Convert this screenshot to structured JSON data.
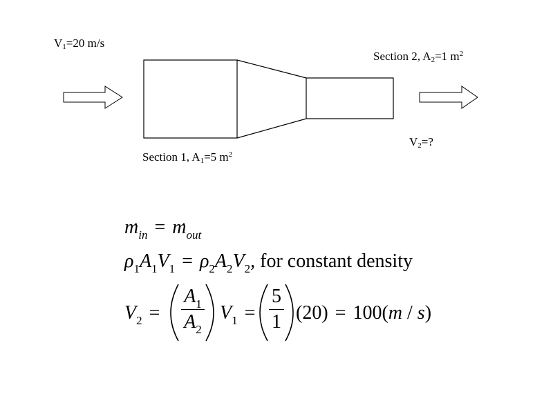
{
  "labels": {
    "v1": {
      "base": "V",
      "sub": "1",
      "rest": "=20 m/s"
    },
    "section2": {
      "pre": "Section 2, A",
      "sub": "2",
      "mid": "=1 m",
      "sup": "2"
    },
    "v2": {
      "base": "V",
      "sub": "2",
      "rest": "=?"
    },
    "section1": {
      "pre": "Section 1, A",
      "sub": "1",
      "mid": "=5 m",
      "sup": "2"
    }
  },
  "equations": {
    "line1": {
      "m": "m",
      "sub_in": "in",
      "eq": "=",
      "sub_out": "out"
    },
    "line2": {
      "rho": "ρ",
      "one": "1",
      "two": "2",
      "A": "A",
      "V": "V",
      "eq": "=",
      "note": ", for constant density"
    },
    "line3": {
      "V": "V",
      "two": "2",
      "eq": "=",
      "A": "A",
      "one": "1",
      "frac2_num": "5",
      "frac2_den": "1",
      "paren_val": "(20)",
      "eq2": "=",
      "result": "100(",
      "m": "m",
      "slash": " / ",
      "s": "s",
      "close": ")"
    }
  }
}
